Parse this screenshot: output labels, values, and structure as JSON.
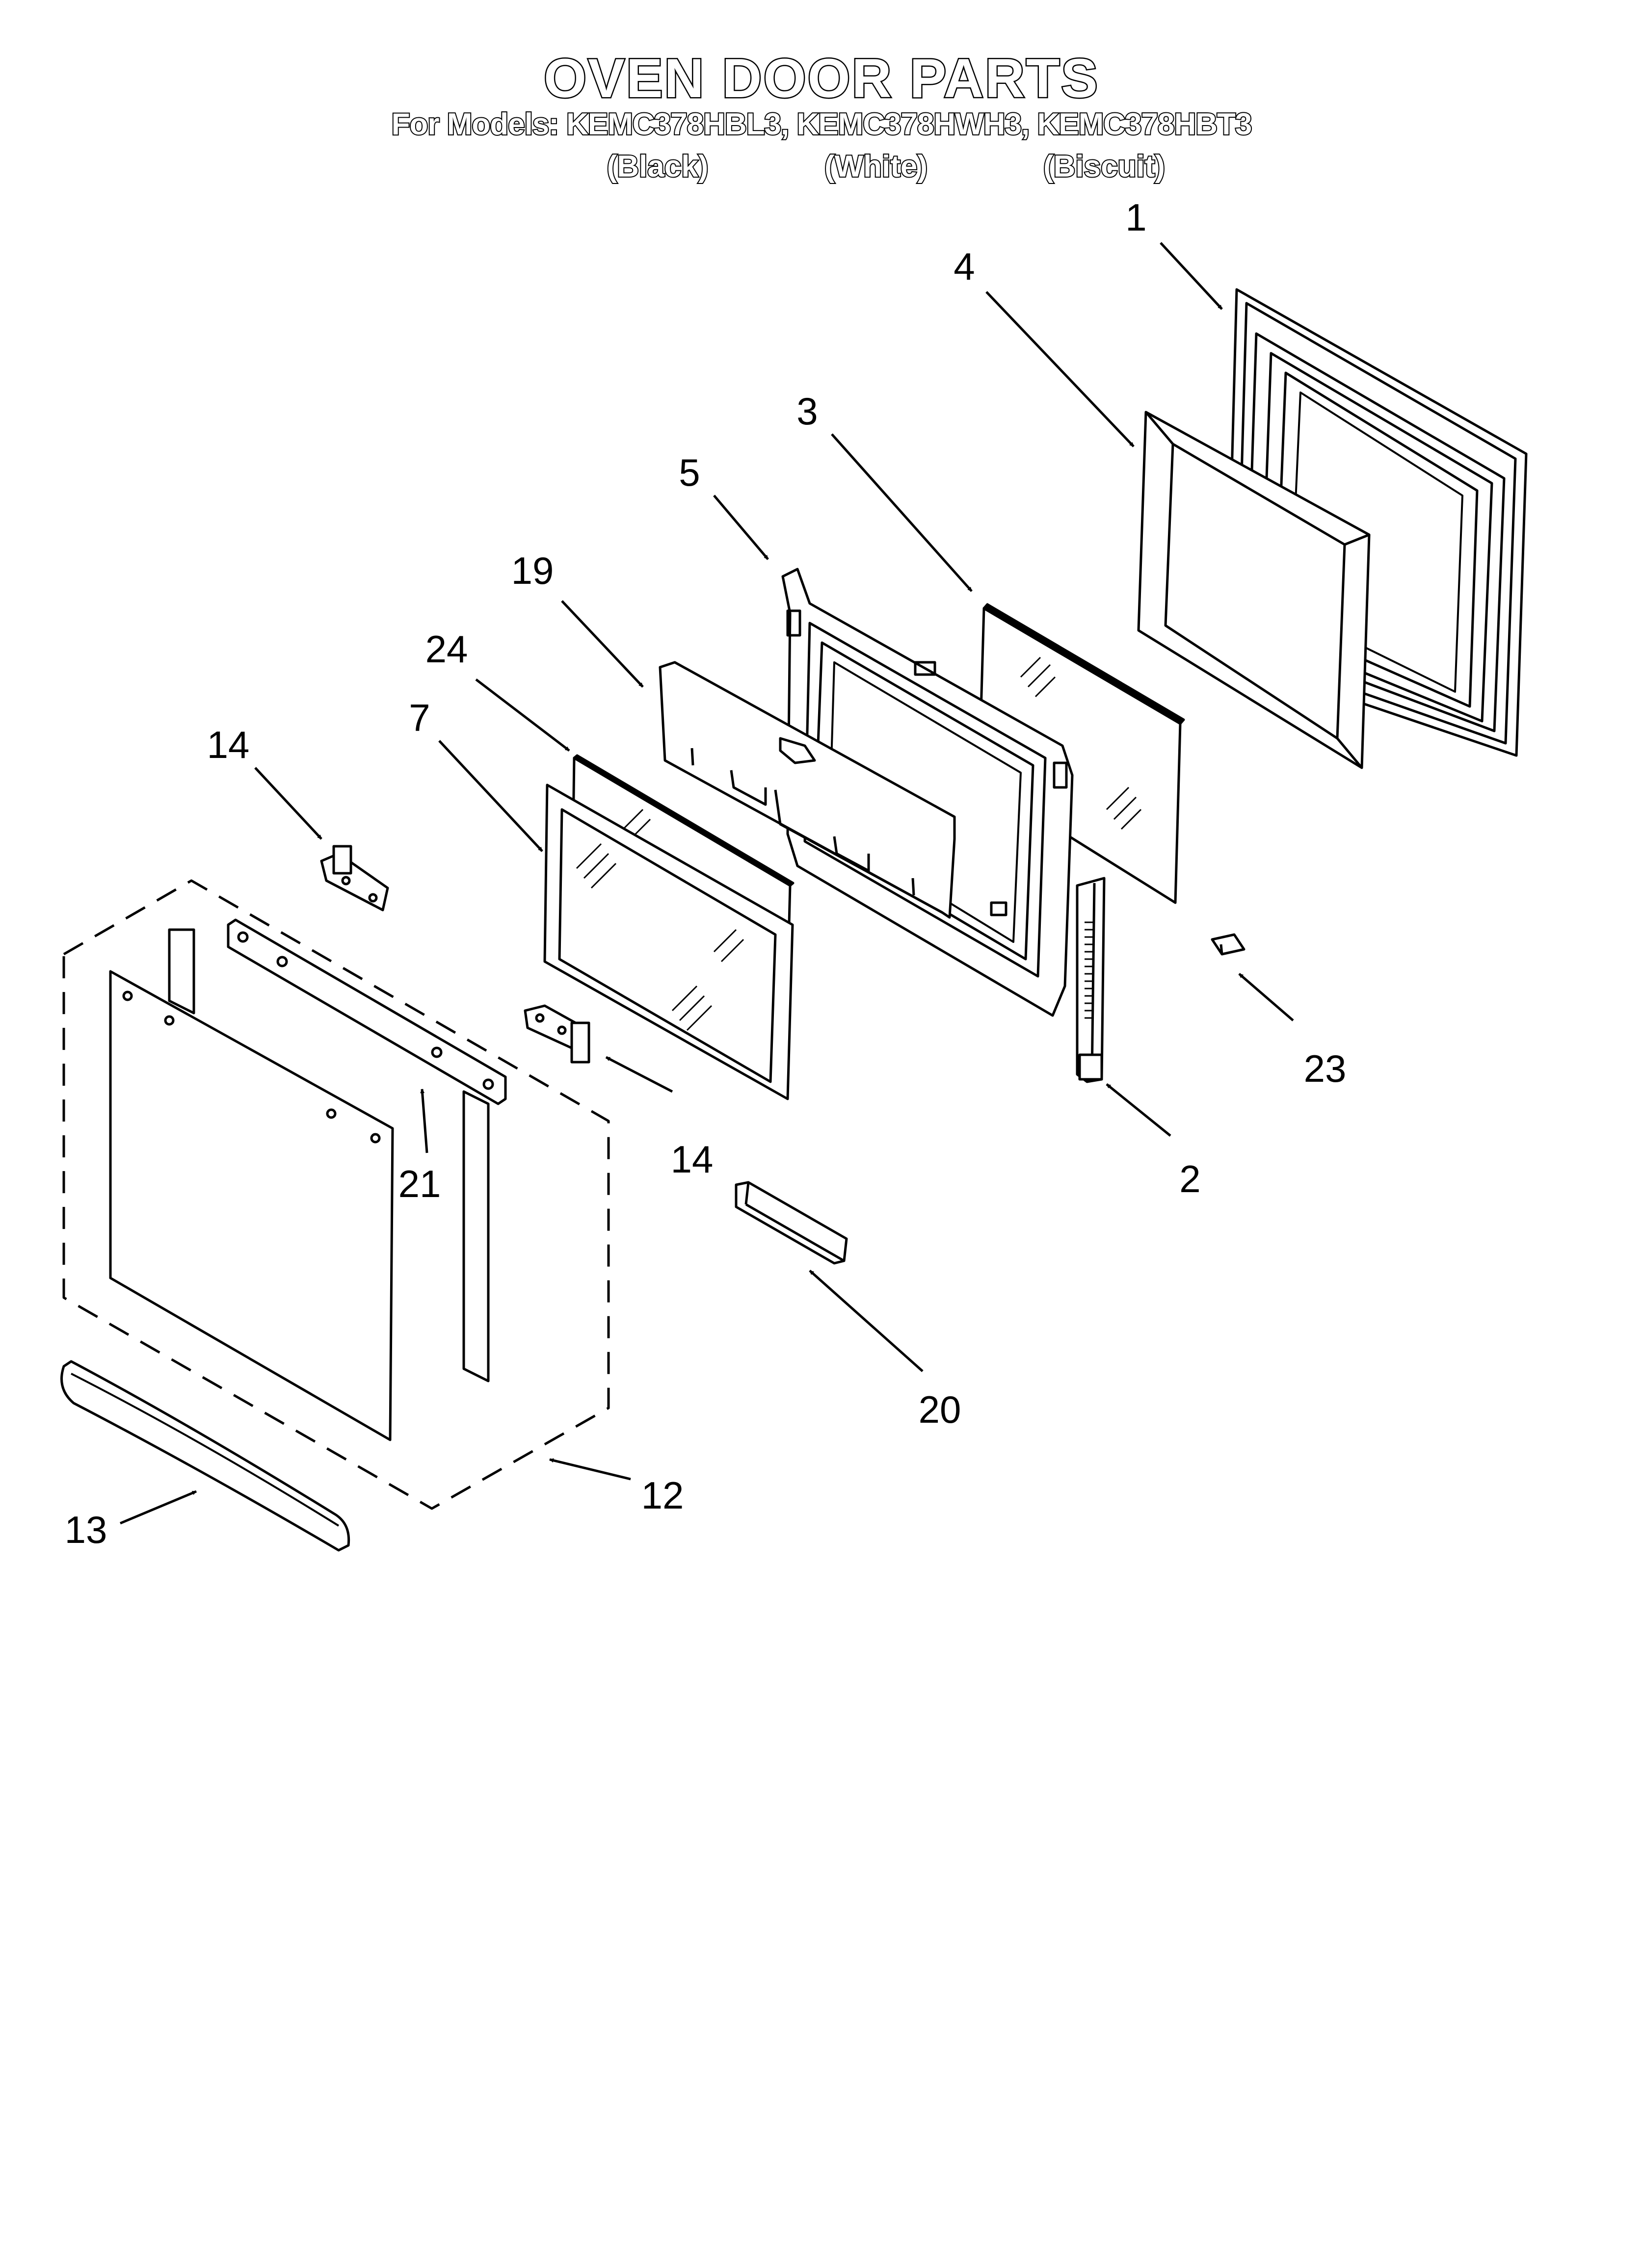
{
  "header": {
    "title": "OVEN DOOR PARTS",
    "models": "For Models: KEMC378HBL3, KEMC378HWH3, KEMC378HBT3",
    "variants": [
      "(Black)",
      "(White)",
      "(Biscuit)"
    ]
  },
  "callouts": {
    "p1": "1",
    "p2": "2",
    "p3": "3",
    "p4": "4",
    "p5": "5",
    "p7": "7",
    "p12": "12",
    "p13": "13",
    "p14a": "14",
    "p14b": "14",
    "p19": "19",
    "p20": "20",
    "p21": "21",
    "p23": "23",
    "p24": "24"
  }
}
